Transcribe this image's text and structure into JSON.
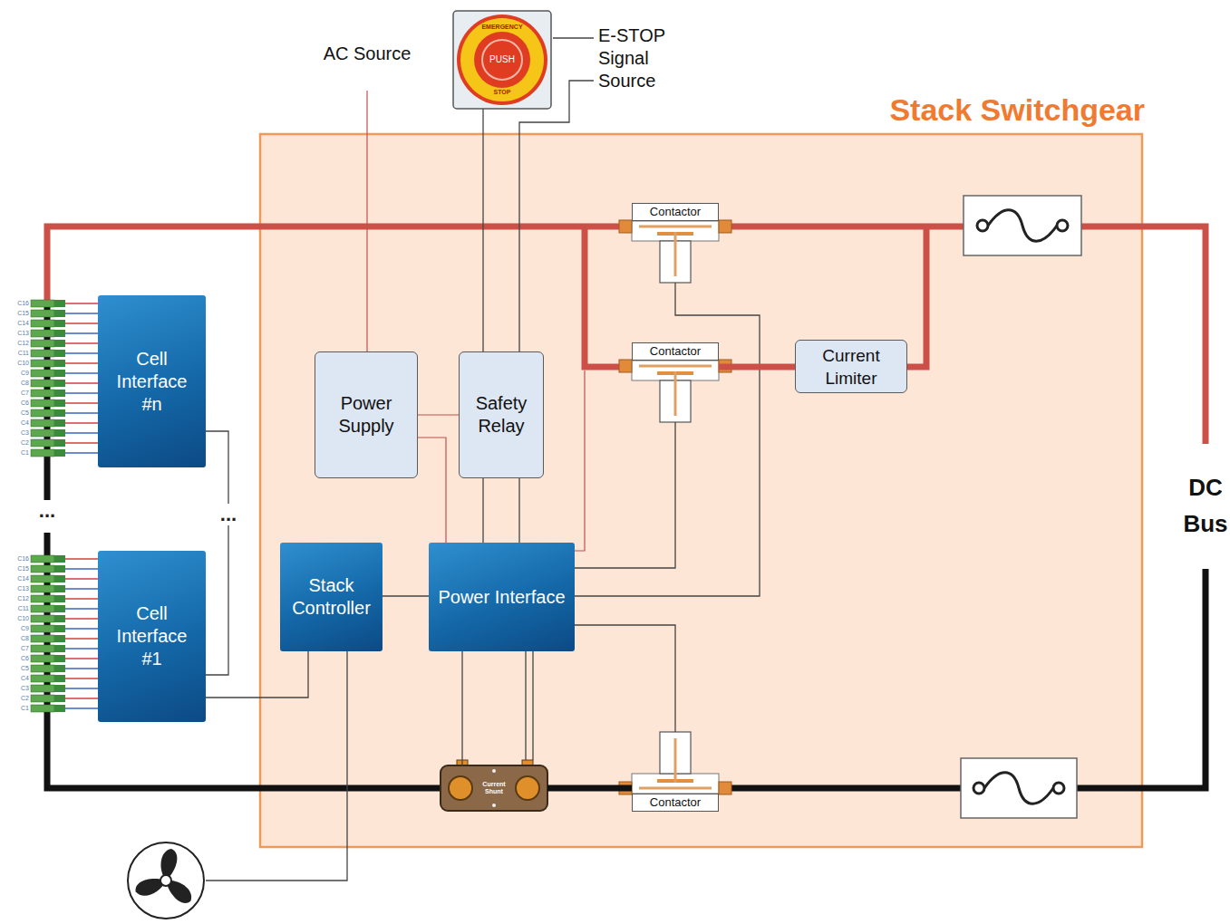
{
  "diagram": {
    "nodes": [
      {
        "text": [
          "Stack Switchgear"
        ]
      },
      {
        "text": [
          "EMERGENCY",
          "PUSH",
          "STOP"
        ]
      },
      {
        "text": [
          "Cell Interface #n"
        ]
      },
      {
        "text": [
          "Cell Interface #1"
        ]
      },
      {
        "text": [
          "Power Supply"
        ],
        "in": 0
      },
      {
        "text": [
          "Safety Relay"
        ],
        "in": 0
      },
      {
        "text": [
          "Contactor"
        ],
        "in": 0
      },
      {
        "text": [
          "Contactor"
        ],
        "in": 0
      },
      {
        "text": [
          "Current Limiter"
        ],
        "in": 0
      },
      {
        "text": [
          "Stack Controller"
        ],
        "in": 0
      },
      {
        "text": [
          "Power Interface"
        ],
        "in": 0
      },
      {
        "text": [
          "Current Shunt"
        ],
        "in": 0
      },
      {
        "text": [
          "Contactor"
        ],
        "in": 0
      }
    ],
    "edges": [
      {
        "from": 1,
        "to": 5,
        "arrow": "none"
      },
      {
        "from": 4,
        "to": 5,
        "arrow": "none"
      },
      {
        "from": 4,
        "to": 10,
        "arrow": "none"
      },
      {
        "from": 5,
        "to": 10,
        "arrow": "none"
      },
      {
        "from": 9,
        "to": 10,
        "arrow": "none"
      },
      {
        "from": 3,
        "to": 9,
        "arrow": "none"
      },
      {
        "from": 2,
        "to": 3,
        "arrow": "none"
      },
      {
        "from": 10,
        "to": 7,
        "arrow": "none"
      },
      {
        "from": 10,
        "to": 6,
        "arrow": "none"
      },
      {
        "from": 10,
        "to": 12,
        "arrow": "none"
      },
      {
        "from": 10,
        "to": 11,
        "arrow": "none"
      },
      {
        "from": 7,
        "to": 8,
        "arrow": "none"
      },
      {
        "from": 11,
        "to": 12,
        "arrow": "none"
      }
    ],
    "labels": [
      "AC Source",
      "E-STOP Signal Source",
      "DC Bus",
      "...",
      "...",
      "C16",
      "C15",
      "C14",
      "C13",
      "C12",
      "C11",
      "C10",
      "C9",
      "C8",
      "C7",
      "C6",
      "C5",
      "C4",
      "C3",
      "C2",
      "C1",
      "C16",
      "C15",
      "C14",
      "C13",
      "C12",
      "C11",
      "C10",
      "C9",
      "C8",
      "C7",
      "C6",
      "C5",
      "C4",
      "C3",
      "C2",
      "C1"
    ]
  }
}
